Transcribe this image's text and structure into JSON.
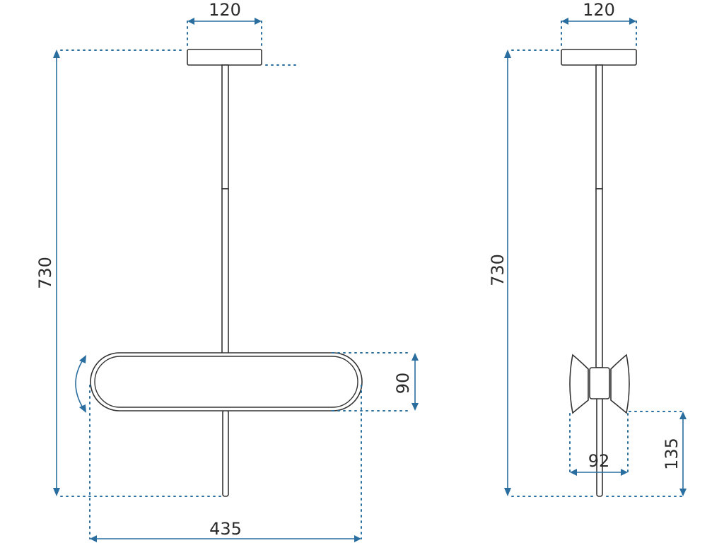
{
  "views": {
    "front": {
      "width_top": "120",
      "height": "730",
      "shade_height": "90",
      "shade_width": "435"
    },
    "side": {
      "width_top": "120",
      "height": "730",
      "shade_depth": "92",
      "shade_drop": "135"
    }
  },
  "colors": {
    "dimension": "#2a6ea0",
    "outline": "#333333"
  },
  "icons": {
    "rotation": "rotate-arrow-icon"
  }
}
